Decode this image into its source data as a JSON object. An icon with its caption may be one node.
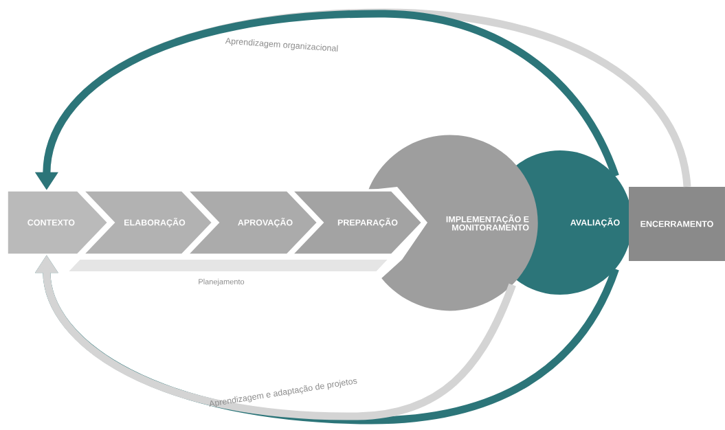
{
  "diagram": {
    "nodes": [
      {
        "text": [
          "CONTEXTO"
        ]
      },
      {
        "text": [
          "ELABORAÇÃO"
        ]
      },
      {
        "text": [
          "APROVAÇÃO"
        ]
      },
      {
        "text": [
          "PREPARAÇÃO"
        ]
      },
      {
        "text": [
          "IMPLEMENTAÇÃO E MONITORAMENTO"
        ]
      },
      {
        "text": [
          "AVALIAÇÃO"
        ]
      },
      {
        "text": [
          "ENCERRAMENTO"
        ]
      },
      {
        "text": [
          "Planejamento"
        ]
      }
    ],
    "edges": [
      {
        "from": 6,
        "to": 0,
        "arrow": "to",
        "label": "Aprendizagem organizacional"
      },
      {
        "from": 5,
        "to": 0,
        "arrow": "to",
        "color": "#2c7579"
      },
      {
        "from": 5,
        "to": 0,
        "arrow": "to",
        "color": "#2c7579"
      },
      {
        "from": 4,
        "to": 0,
        "arrow": "to",
        "label": "Aprendizagem e adaptação de projetos"
      }
    ]
  }
}
